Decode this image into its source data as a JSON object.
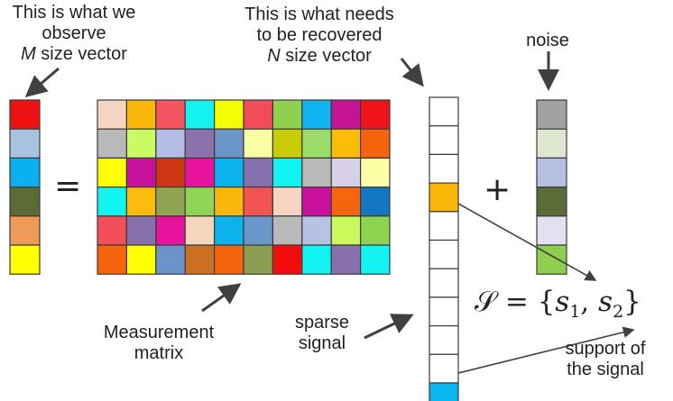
{
  "labels": {
    "observe": {
      "line1": "This is what we",
      "line2": "observe",
      "line3_italic": "M",
      "line3_rest": " size vector"
    },
    "recover": {
      "line1": "This is what needs",
      "line2": "to be recovered",
      "line3_italic": "N",
      "line3_rest": " size vector"
    },
    "noise": "noise",
    "measurement": {
      "line1": "Measurement",
      "line2": "matrix"
    },
    "sparse": {
      "line1": "sparse",
      "line2": "signal"
    },
    "support": {
      "line1": "support of",
      "line2": "the signal"
    }
  },
  "operators": {
    "equals": "=",
    "plus": "+"
  },
  "support_set": {
    "lhs": "𝒮 = {",
    "s": "s",
    "sub1": "1",
    "comma": ", ",
    "sub2": "2",
    "rhs": "}"
  },
  "colors": {
    "grid_line": "#3a3a3a",
    "arrow": "#404040",
    "observed_vector": [
      "#ee1111",
      "#a7c3e0",
      "#0ab0ef",
      "#5b6b35",
      "#f09a58",
      "#ffff00"
    ],
    "measurement_matrix": [
      [
        "#f6d5c0",
        "#fbb60a",
        "#f55560",
        "#12f3f0",
        "#f3ff00",
        "#f24b5a",
        "#8ed14c",
        "#10b5f0",
        "#c51396",
        "#f0141a"
      ],
      [
        "#b9b9b9",
        "#c9fc63",
        "#b4bde4",
        "#8c72ac",
        "#6b95c7",
        "#f9fea5",
        "#c9cc06",
        "#9adb6a",
        "#fbbb07",
        "#f5630f"
      ],
      [
        "#feff00",
        "#c8139d",
        "#ce3512",
        "#e8139d",
        "#0bb2ee",
        "#866fae",
        "#12f3f1",
        "#b9b9b9",
        "#d7d0e6",
        "#fcfea7"
      ],
      [
        "#12f4f1",
        "#fbbb0a",
        "#91a453",
        "#8fd454",
        "#fbb70a",
        "#f25454",
        "#f5d4c2",
        "#c8119c",
        "#f5650e",
        "#1376c2"
      ],
      [
        "#f24f5a",
        "#8871ab",
        "#e6139d",
        "#f4d6bc",
        "#0bb2ee",
        "#6b96c8",
        "#b9b9b9",
        "#b8c0e4",
        "#caf95d",
        "#8ed44f"
      ],
      [
        "#f7640d",
        "#ffff00",
        "#6b93c8",
        "#cd6f22",
        "#f4640d",
        "#8d9e52",
        "#f20c0e",
        "#12f3f1",
        "#866fac",
        "#13f3f1"
      ]
    ],
    "sparse_signal_default": "#ffffff",
    "sparse_signal_active": {
      "3": "#fbb60a",
      "10": "#0ab5f0"
    },
    "noise_vector": [
      "#a1a1a1",
      "#dfe6cf",
      "#b4bfe2",
      "#5b6b36",
      "#e2e1ef",
      "#8ecf52"
    ]
  },
  "sparse_signal_count": 11
}
